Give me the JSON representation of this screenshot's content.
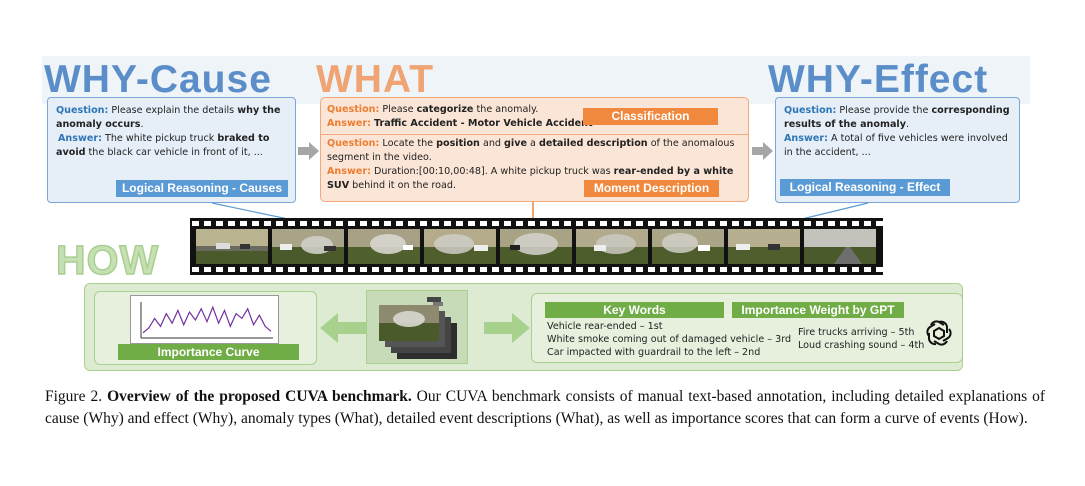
{
  "titles": {
    "why_cause": "WHY-Cause",
    "what": "WHAT",
    "why_effect": "WHY-Effect",
    "how": "HOW"
  },
  "cause_panel": {
    "question_label": "Question:",
    "question_text": "Please explain the details ",
    "question_bold": "why the anomaly occurs",
    "question_end": ".",
    "answer_label": "Answer:",
    "answer_text": "The white pickup truck ",
    "answer_bold": "braked to avoid",
    "answer_end": " the black car vehicle in front of it, ...",
    "tag": "Logical Reasoning - Causes"
  },
  "what_panel": {
    "q1_label": "Question:",
    "q1_text": "Please ",
    "q1_bold": "categorize",
    "q1_end": " the anomaly.",
    "a1_label": "Answer:",
    "a1_bold": "Traffic Accident - Motor Vehicle Accident",
    "tag_classification": "Classification",
    "q2_label": "Question:",
    "q2_text1": "Locate the ",
    "q2_bold1": "position",
    "q2_text2": " and ",
    "q2_bold2": "give",
    "q2_text3": " a ",
    "q2_bold3": "detailed description",
    "q2_text4": " of the anomalous segment in the video.",
    "a2_label": "Answer:",
    "a2_text1": "Duration:[00:10,00:48]. A white pickup truck was ",
    "a2_bold": "rear-ended by a white SUV",
    "a2_text2": " behind it on the road.",
    "tag_moment": "Moment Description"
  },
  "effect_panel": {
    "question_label": "Question:",
    "question_text": "Please provide the ",
    "question_bold": "corresponding results of the anomaly",
    "question_end": ".",
    "answer_label": "Answer:",
    "answer_text": "A total of five vehicles were involved in the accident, ...",
    "tag": "Logical Reasoning - Effect"
  },
  "how_panel": {
    "curve_tag": "Importance Curve",
    "keywords_tag": "Key Words",
    "weight_tag": "Importance Weight by GPT",
    "keywords_left": [
      "Vehicle rear-ended – 1st",
      "White smoke coming out of damaged vehicle – 3rd",
      "Car impacted with guardrail to the left – 2nd"
    ],
    "keywords_right": [
      "Fire trucks arriving – 5th",
      "Loud crashing sound – 4th"
    ]
  },
  "curve_data": {
    "values": [
      0.1,
      0.25,
      0.55,
      0.3,
      0.7,
      0.4,
      0.8,
      0.35,
      0.75,
      0.5,
      0.85,
      0.45,
      0.9,
      0.4,
      0.8,
      0.3,
      0.7,
      0.55,
      0.85,
      0.35,
      0.65,
      0.3,
      0.15
    ]
  },
  "caption": {
    "fig": "Figure 2.",
    "bold": "Overview of the proposed CUVA benchmark.",
    "text": " Our CUVA benchmark consists of manual text-based annotation, including detailed explanations of cause (Why) and effect (Why), anomaly types (What), detailed event descriptions (What), as well as importance scores that can form a curve of events (How)."
  },
  "colors": {
    "why": "#5b8ec9",
    "what": "#f0a373",
    "how": "#c6e0b4",
    "blue_tag": "#5b9bd5",
    "orange_tag": "#f0883e",
    "green_tag": "#70ad47"
  }
}
